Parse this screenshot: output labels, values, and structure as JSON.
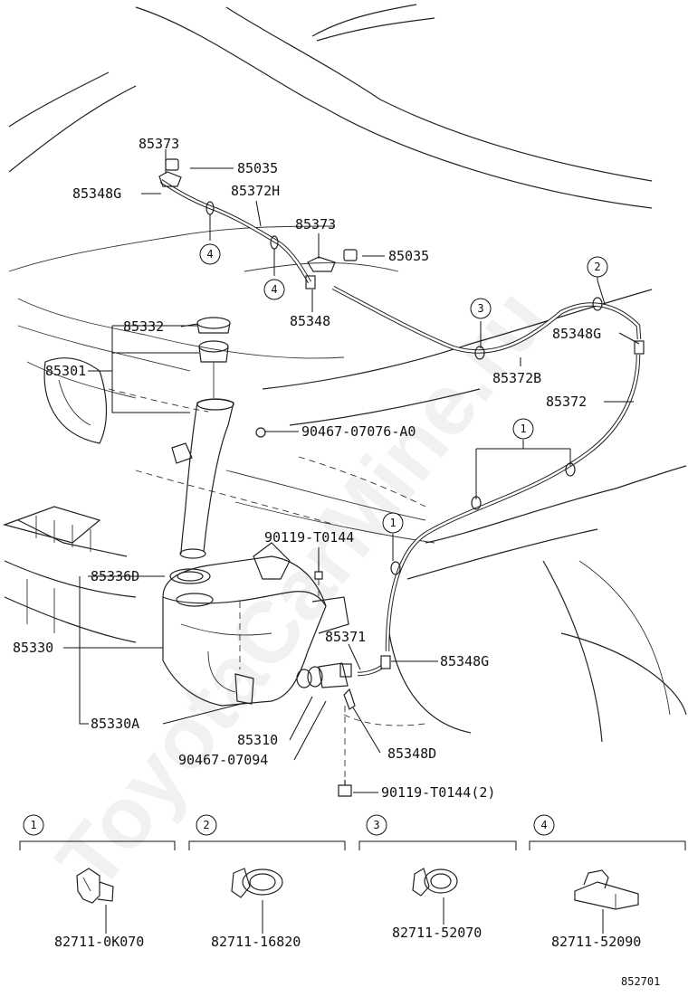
{
  "watermark": "ToyotaCarMine.ru",
  "labels": {
    "l85373a": "85373",
    "l85035a": "85035",
    "l85348Ga": "85348G",
    "l85372H": "85372H",
    "l85373b": "85373",
    "l85035b": "85035",
    "l85348": "85348",
    "l85332": "85332",
    "l85301": "85301",
    "l85348Gb": "85348G",
    "l85372B": "85372B",
    "l85372": "85372",
    "l90467a": "90467-07076-A0",
    "l90119a": "90119-T0144",
    "l85336D": "85336D",
    "l85330": "85330",
    "l85371": "85371",
    "l85348Gc": "85348G",
    "l85330A": "85330A",
    "l85310": "85310",
    "l90467b": "90467-07094",
    "l85348D": "85348D",
    "l90119b": "90119-T0144(2)"
  },
  "callouts": {
    "c4a": "4",
    "c4b": "4",
    "c3": "3",
    "c2": "2",
    "c1a": "1",
    "c1b": "1"
  },
  "clips": [
    {
      "num": "1",
      "part": "82711-0K070"
    },
    {
      "num": "2",
      "part": "82711-16820"
    },
    {
      "num": "3",
      "part": "82711-52070"
    },
    {
      "num": "4",
      "part": "82711-52090"
    }
  ],
  "figure_id": "852701"
}
